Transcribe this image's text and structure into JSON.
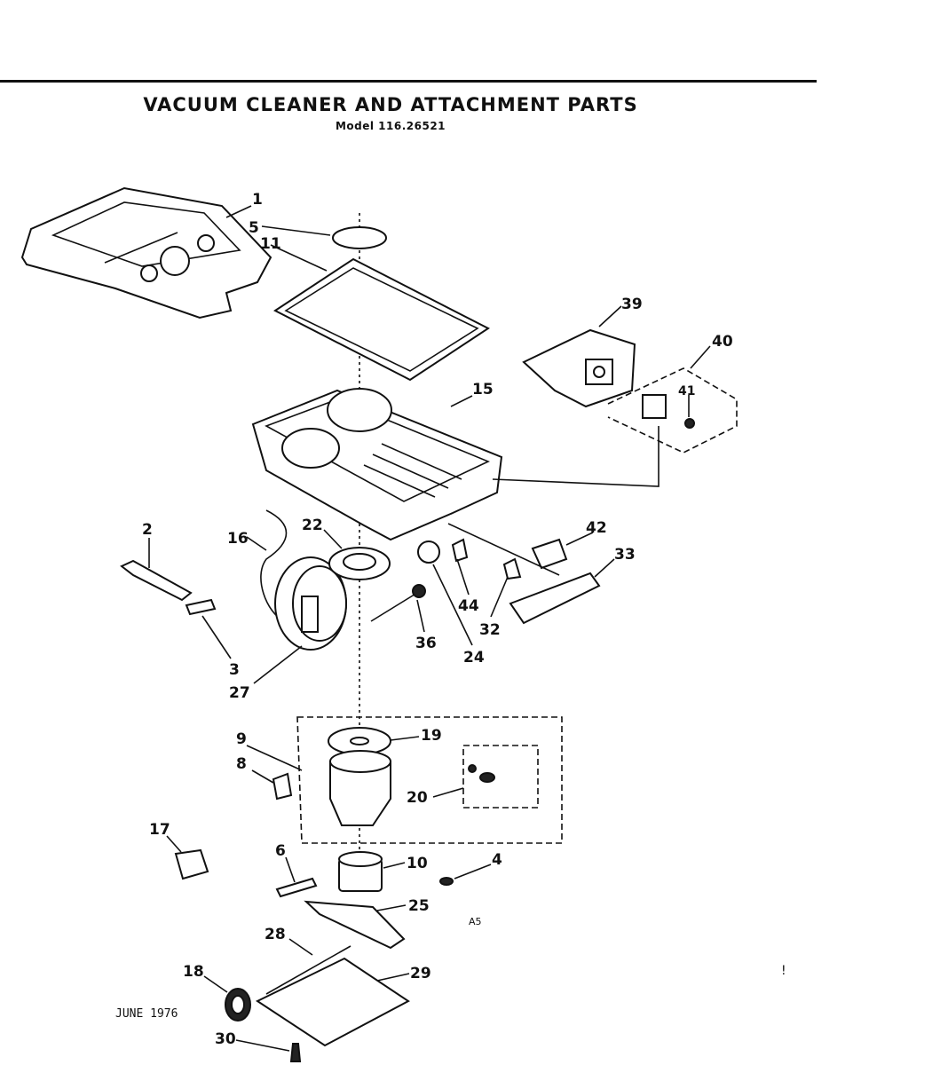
{
  "header": {
    "title": "VACUUM CLEANER AND ATTACHMENT PARTS",
    "model": "Model 116.26521"
  },
  "footer": {
    "date": "JUNE 1976",
    "stray_mark": "A5",
    "edge_mark": "!"
  },
  "labels": [
    {
      "id": "1",
      "text": "1"
    },
    {
      "id": "5",
      "text": "5"
    },
    {
      "id": "11",
      "text": "11"
    },
    {
      "id": "39",
      "text": "39"
    },
    {
      "id": "40",
      "text": "40"
    },
    {
      "id": "41",
      "text": "41"
    },
    {
      "id": "15",
      "text": "15"
    },
    {
      "id": "2",
      "text": "2"
    },
    {
      "id": "16",
      "text": "16"
    },
    {
      "id": "22",
      "text": "22"
    },
    {
      "id": "42",
      "text": "42"
    },
    {
      "id": "33",
      "text": "33"
    },
    {
      "id": "44",
      "text": "44"
    },
    {
      "id": "32",
      "text": "32"
    },
    {
      "id": "36",
      "text": "36"
    },
    {
      "id": "24",
      "text": "24"
    },
    {
      "id": "3",
      "text": "3"
    },
    {
      "id": "27",
      "text": "27"
    },
    {
      "id": "9",
      "text": "9"
    },
    {
      "id": "19",
      "text": "19"
    },
    {
      "id": "8",
      "text": "8"
    },
    {
      "id": "20",
      "text": "20"
    },
    {
      "id": "17",
      "text": "17"
    },
    {
      "id": "6",
      "text": "6"
    },
    {
      "id": "10",
      "text": "10"
    },
    {
      "id": "4",
      "text": "4"
    },
    {
      "id": "25",
      "text": "25"
    },
    {
      "id": "28",
      "text": "28"
    },
    {
      "id": "18",
      "text": "18"
    },
    {
      "id": "29",
      "text": "29"
    },
    {
      "id": "30",
      "text": "30"
    }
  ]
}
